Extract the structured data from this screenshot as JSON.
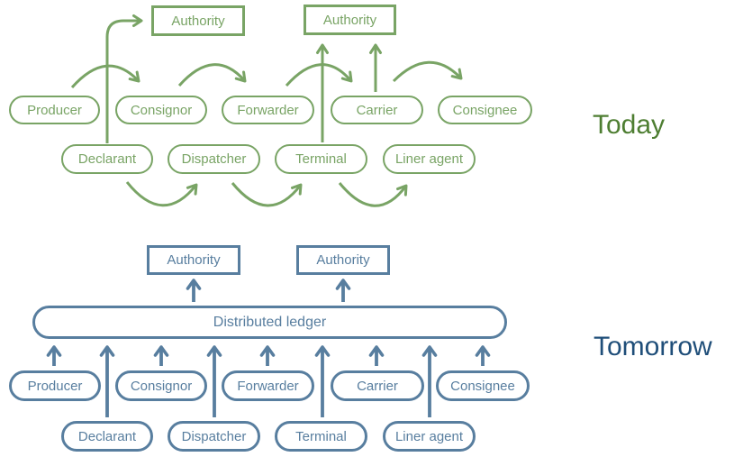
{
  "colors": {
    "green": "#79A465",
    "green_dark": "#4E7E32",
    "blue": "#587E9F",
    "blue_dark": "#1F4E79"
  },
  "today": {
    "label": "Today",
    "authorities": [
      "Authority",
      "Authority"
    ],
    "actors_row1": [
      "Producer",
      "Consignor",
      "Forwarder",
      "Carrier",
      "Consignee"
    ],
    "actors_row2": [
      "Declarant",
      "Dispatcher",
      "Terminal",
      "Liner agent"
    ],
    "flows": [
      {
        "from": "Producer",
        "to": "Consignor"
      },
      {
        "from": "Consignor",
        "to": "Forwarder"
      },
      {
        "from": "Forwarder",
        "to": "Carrier"
      },
      {
        "from": "Carrier",
        "to": "Consignee"
      },
      {
        "from": "Declarant",
        "to": "Authority (left)"
      },
      {
        "from": "Terminal",
        "to": "Authority (right)"
      },
      {
        "from": "Carrier",
        "to": "Authority (right)"
      },
      {
        "from": "Declarant",
        "to": "Dispatcher"
      },
      {
        "from": "Dispatcher",
        "to": "Terminal"
      },
      {
        "from": "Terminal",
        "to": "Liner agent"
      }
    ]
  },
  "tomorrow": {
    "label": "Tomorrow",
    "authorities": [
      "Authority",
      "Authority"
    ],
    "ledger_label": "Distributed ledger",
    "actors_row1": [
      "Producer",
      "Consignor",
      "Forwarder",
      "Carrier",
      "Consignee"
    ],
    "actors_row2": [
      "Declarant",
      "Dispatcher",
      "Terminal",
      "Liner agent"
    ],
    "flows": [
      {
        "from": "Producer",
        "to": "Distributed ledger"
      },
      {
        "from": "Consignor",
        "to": "Distributed ledger"
      },
      {
        "from": "Forwarder",
        "to": "Distributed ledger"
      },
      {
        "from": "Carrier",
        "to": "Distributed ledger"
      },
      {
        "from": "Consignee",
        "to": "Distributed ledger"
      },
      {
        "from": "Declarant",
        "to": "Distributed ledger"
      },
      {
        "from": "Dispatcher",
        "to": "Distributed ledger"
      },
      {
        "from": "Terminal",
        "to": "Distributed ledger"
      },
      {
        "from": "Liner agent",
        "to": "Distributed ledger"
      },
      {
        "from": "Distributed ledger",
        "to": "Authority (left)"
      },
      {
        "from": "Distributed ledger",
        "to": "Authority (right)"
      }
    ]
  }
}
